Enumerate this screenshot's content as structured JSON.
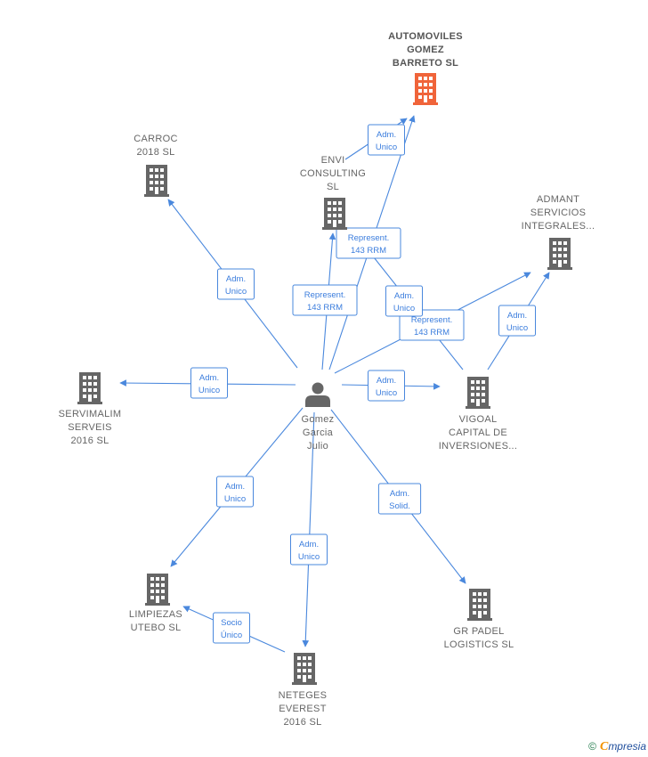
{
  "colors": {
    "edge": "#4a88dd",
    "building": "#666666",
    "building_main": "#f0643a",
    "person": "#666666"
  },
  "center": {
    "name": [
      "Gomez",
      "Garcia",
      "Julio"
    ],
    "icon": "person-icon"
  },
  "nodes": [
    {
      "id": "automoviles",
      "lines": [
        "AUTOMOVILES",
        "GOMEZ",
        "BARRETO  SL"
      ],
      "main": true,
      "icon": "building-icon"
    },
    {
      "id": "carroc",
      "lines": [
        "CARROC",
        "2018  SL"
      ],
      "icon": "building-icon"
    },
    {
      "id": "envi",
      "lines": [
        "ENVI",
        "CONSULTING",
        "SL"
      ],
      "icon": "building-icon"
    },
    {
      "id": "admant",
      "lines": [
        "ADMANT",
        "SERVICIOS",
        "INTEGRALES..."
      ],
      "icon": "building-icon"
    },
    {
      "id": "servimalim",
      "lines": [
        "SERVIMALIM",
        "SERVEIS",
        "2016  SL"
      ],
      "icon": "building-icon"
    },
    {
      "id": "vigoal",
      "lines": [
        "VIGOAL",
        "CAPITAL DE",
        "INVERSIONES..."
      ],
      "icon": "building-icon"
    },
    {
      "id": "limpiezas",
      "lines": [
        "LIMPIEZAS",
        "UTEBO SL"
      ],
      "icon": "building-icon"
    },
    {
      "id": "gr_padel",
      "lines": [
        "GR PADEL",
        "LOGISTICS  SL"
      ],
      "icon": "building-icon"
    },
    {
      "id": "neteges",
      "lines": [
        "NETEGES",
        "EVEREST",
        "2016  SL"
      ],
      "icon": "building-icon"
    }
  ],
  "relations": [
    {
      "from": "center",
      "to": "carroc",
      "lines": [
        "Adm.",
        "Unico"
      ]
    },
    {
      "from": "center",
      "to": "envi",
      "lines": [
        "Represent.",
        "143 RRM"
      ]
    },
    {
      "from": "center",
      "to": "automoviles",
      "lines": [
        "Represent.",
        "143 RRM"
      ]
    },
    {
      "from": "envi",
      "to": "automoviles",
      "lines": [
        "Adm.",
        "Unico"
      ]
    },
    {
      "from": "center",
      "to": "admant",
      "lines": [
        "Represent.",
        "143 RRM"
      ]
    },
    {
      "from": "vigoal",
      "to": "envi",
      "lines": [
        "Adm.",
        "Unico"
      ]
    },
    {
      "from": "vigoal",
      "to": "admant",
      "lines": [
        "Adm.",
        "Unico"
      ]
    },
    {
      "from": "center",
      "to": "servimalim",
      "lines": [
        "Adm.",
        "Unico"
      ]
    },
    {
      "from": "center",
      "to": "vigoal",
      "lines": [
        "Adm.",
        "Unico"
      ]
    },
    {
      "from": "center",
      "to": "limpiezas",
      "lines": [
        "Adm.",
        "Unico"
      ]
    },
    {
      "from": "center",
      "to": "neteges",
      "lines": [
        "Adm.",
        "Unico"
      ]
    },
    {
      "from": "center",
      "to": "gr_padel",
      "lines": [
        "Adm.",
        "Solid."
      ]
    },
    {
      "from": "neteges",
      "to": "limpiezas",
      "lines": [
        "Socio",
        "Único"
      ]
    }
  ],
  "footer": {
    "copyright": "©",
    "brand_initial": "C",
    "brand_rest": "mpresia"
  }
}
